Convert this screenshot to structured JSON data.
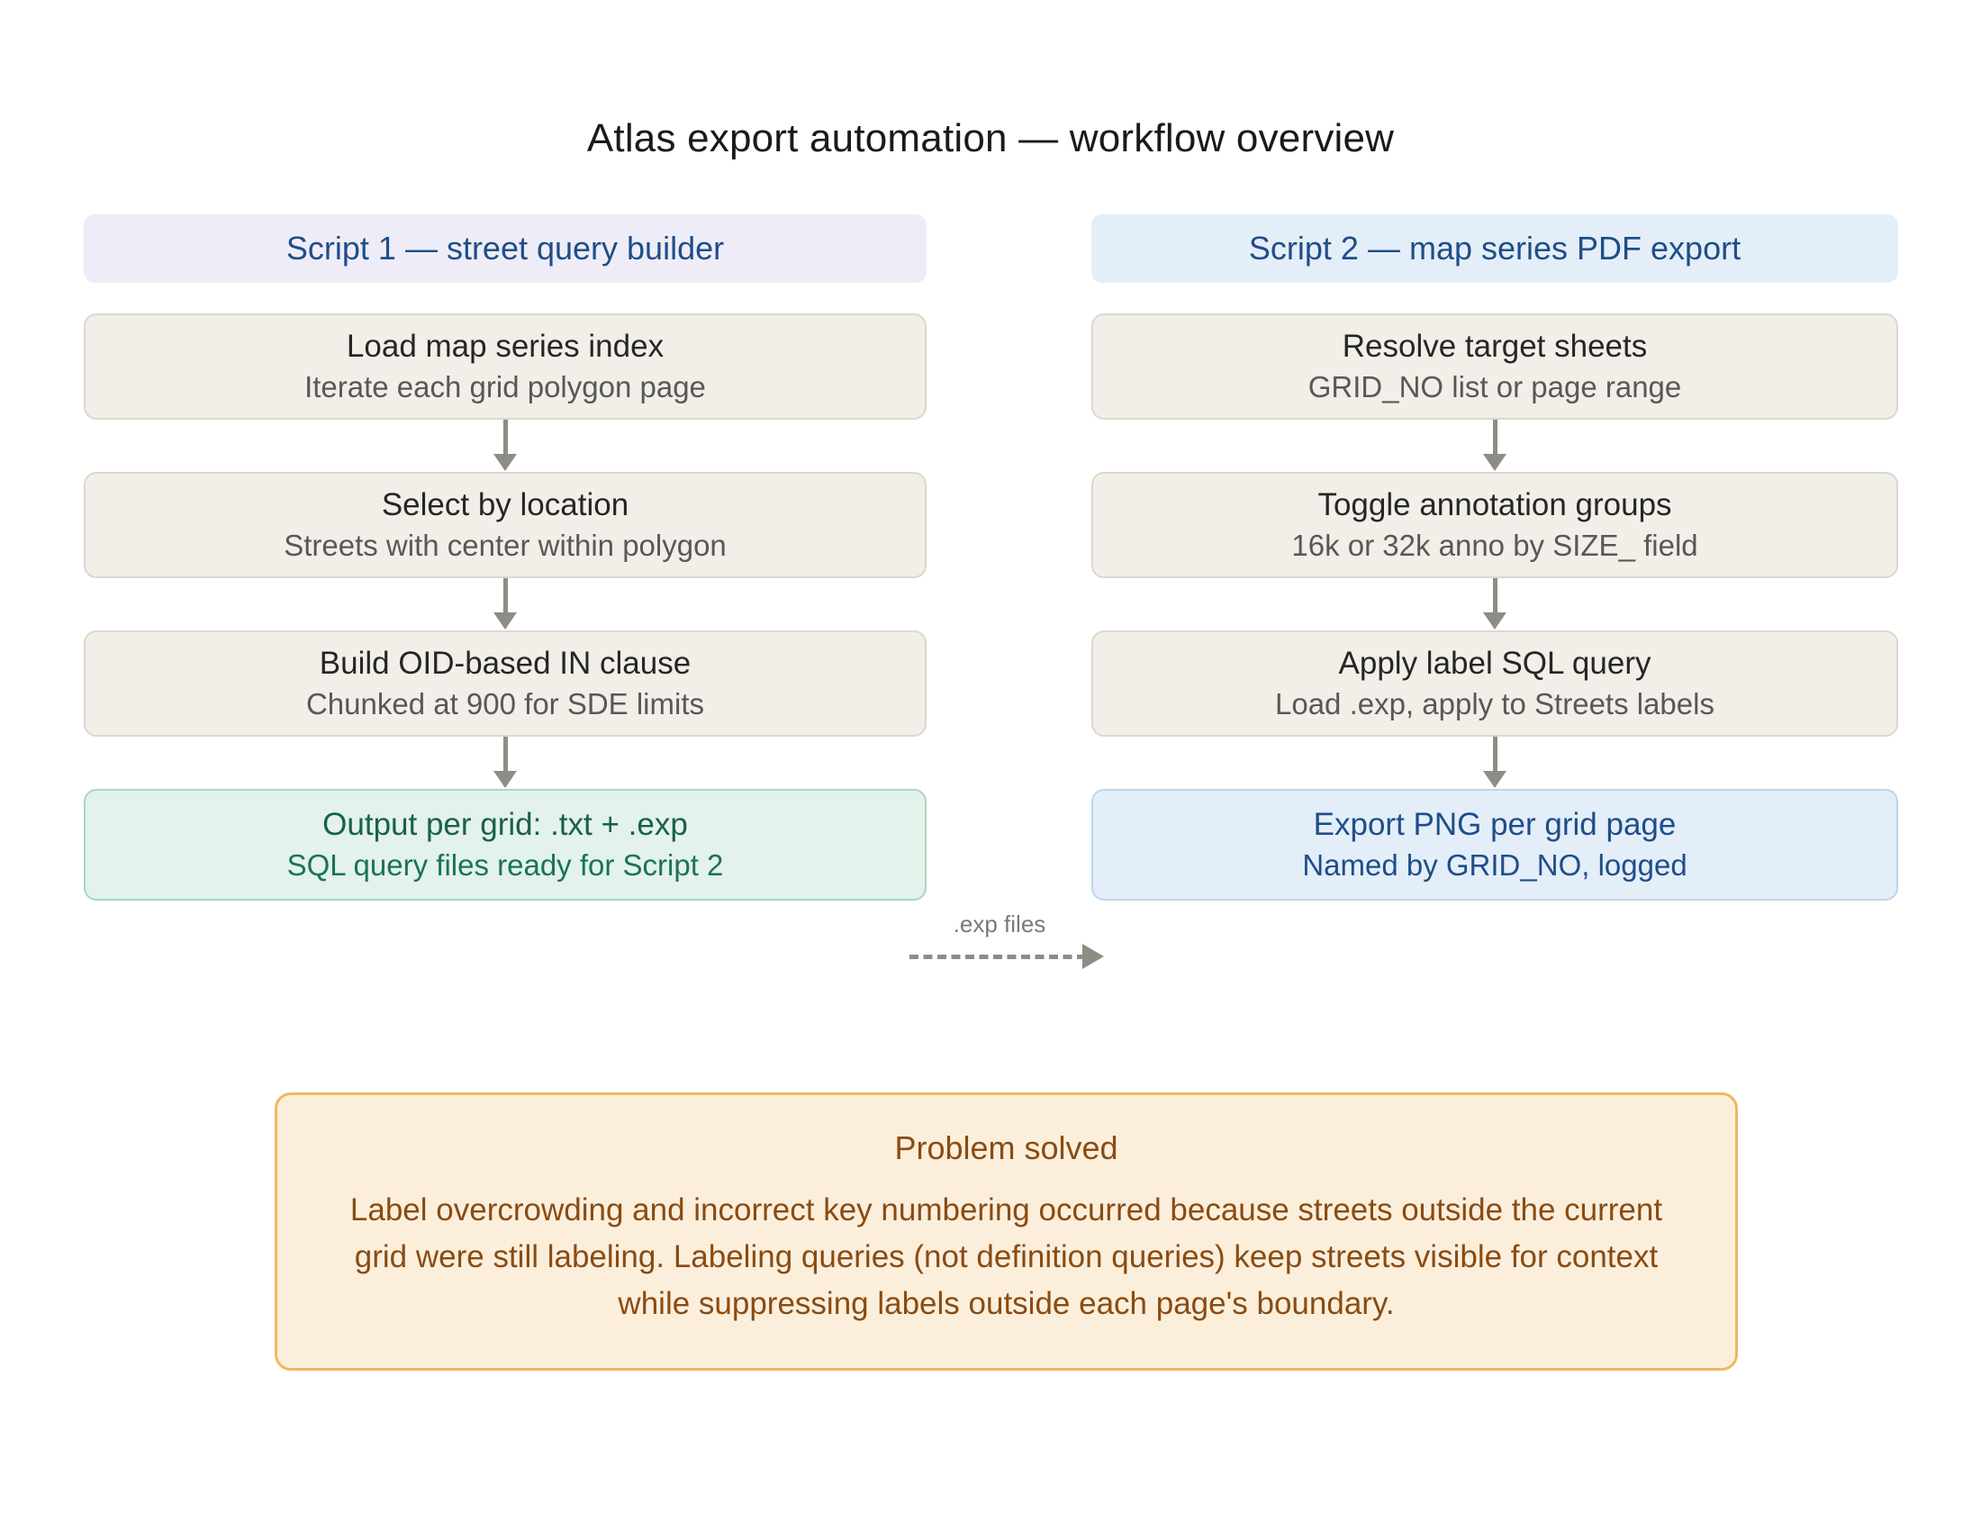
{
  "title": "Atlas export automation — workflow overview",
  "columns": [
    {
      "header": "Script 1 — street query builder",
      "nodes": [
        {
          "title": "Load map series index",
          "sub": "Iterate each grid polygon page",
          "kind": "step"
        },
        {
          "title": "Select by location",
          "sub": "Streets with center within polygon",
          "kind": "step"
        },
        {
          "title": "Build OID-based IN clause",
          "sub": "Chunked at 900 for SDE limits",
          "kind": "step"
        },
        {
          "title": "Output per grid: .txt + .exp",
          "sub": "SQL query files ready for Script 2",
          "kind": "terminal-green"
        }
      ]
    },
    {
      "header": "Script 2 — map series PDF export",
      "nodes": [
        {
          "title": "Resolve target sheets",
          "sub": "GRID_NO list or page range",
          "kind": "step"
        },
        {
          "title": "Toggle annotation groups",
          "sub": "16k or 32k anno by SIZE_ field",
          "kind": "step"
        },
        {
          "title": "Apply label SQL query",
          "sub": "Load .exp, apply to Streets labels",
          "kind": "step"
        },
        {
          "title": "Export PNG per grid page",
          "sub": "Named by GRID_NO, logged",
          "kind": "terminal-blue"
        }
      ]
    }
  ],
  "cross_link": {
    "label": ".exp files"
  },
  "callout": {
    "title": "Problem solved",
    "body": "Label overcrowding and incorrect key numbering occurred because streets outside the current grid were still labeling. Labeling queries (not definition queries) keep streets visible for context while suppressing labels outside each page's boundary."
  },
  "colors": {
    "header_script1_bg": "#eeedf7",
    "header_script2_bg": "#e4eef8",
    "header_text": "#1f4e88",
    "step_bg": "#f2efe9",
    "step_border": "#dcd8cd",
    "green_bg": "#e3f2ea",
    "green_border": "#a9d6c1",
    "green_text": "#16624b",
    "blue_bg": "#e3eef9",
    "blue_border": "#bcd6ec",
    "blue_text": "#1f4e88",
    "callout_bg": "#fbefdc",
    "callout_border": "#edb95f",
    "callout_text": "#8a4b12",
    "arrow": "#8d8d85"
  }
}
